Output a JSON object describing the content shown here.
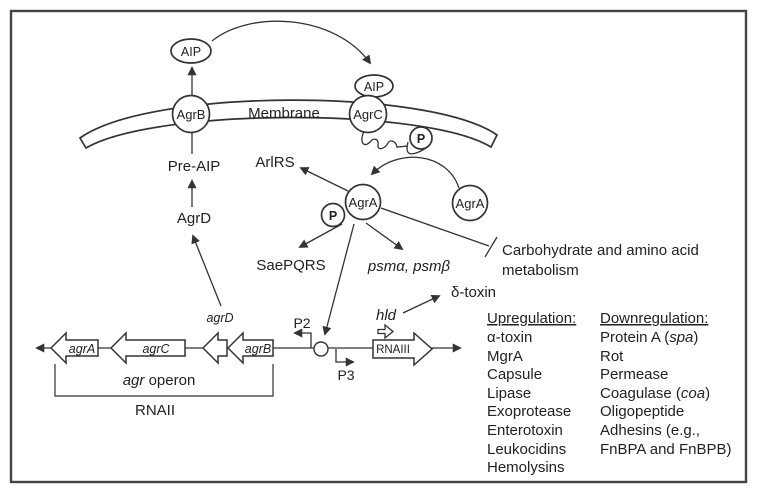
{
  "labels": {
    "aip_secreted": "AIP",
    "aip_bound": "AIP",
    "agrb": "AgrB",
    "membrane": "Membrane",
    "agrc": "AgrC",
    "phospho_receptor": "P",
    "pre_aip": "Pre-AIP",
    "agrd_protein": "AgrD",
    "arlrs": "ArlRS",
    "agra_phospho": "AgrA",
    "phospho_agra": "P",
    "agra_inactive": "AgrA",
    "saepqrs": "SaePQRS",
    "psm": "psmα, psmβ",
    "carbohydrate_line1": "Carbohydrate and amino acid",
    "carbohydrate_line2": "metabolism",
    "delta_toxin": "δ-toxin",
    "hld": "hld",
    "p2": "P2",
    "p3": "P3",
    "rnaiii": "RNAIII",
    "rnaii": "RNAII",
    "agr_operon_italic": "agr",
    "agr_operon_regular": " operon"
  },
  "genes": {
    "agra": "agrA",
    "agrc": "agrC",
    "agrd": "agrD",
    "agrb": "agrB"
  },
  "upregulation": {
    "heading": "Upregulation:",
    "items": [
      "α-toxin",
      "MgrA",
      "Capsule",
      "Lipase",
      "Exoprotease",
      "Enterotoxin",
      "Leukocidins",
      "Hemolysins"
    ]
  },
  "downregulation": {
    "heading": "Downregulation:",
    "items": [
      {
        "pre": "Protein A (",
        "it": "spa",
        "post": ")"
      },
      {
        "pre": "Rot"
      },
      {
        "pre": "Permease"
      },
      {
        "pre": "Coagulase (",
        "it": "coa",
        "post": ")"
      },
      {
        "pre": "Oligopeptide"
      },
      {
        "pre": "Adhesins (e.g.,"
      },
      {
        "pre": "FnBPA and FnBPB)"
      }
    ]
  },
  "colors": {
    "ink_line": "#333333",
    "ink_text": "#222222",
    "border": "#444444",
    "background": "#ffffff"
  }
}
